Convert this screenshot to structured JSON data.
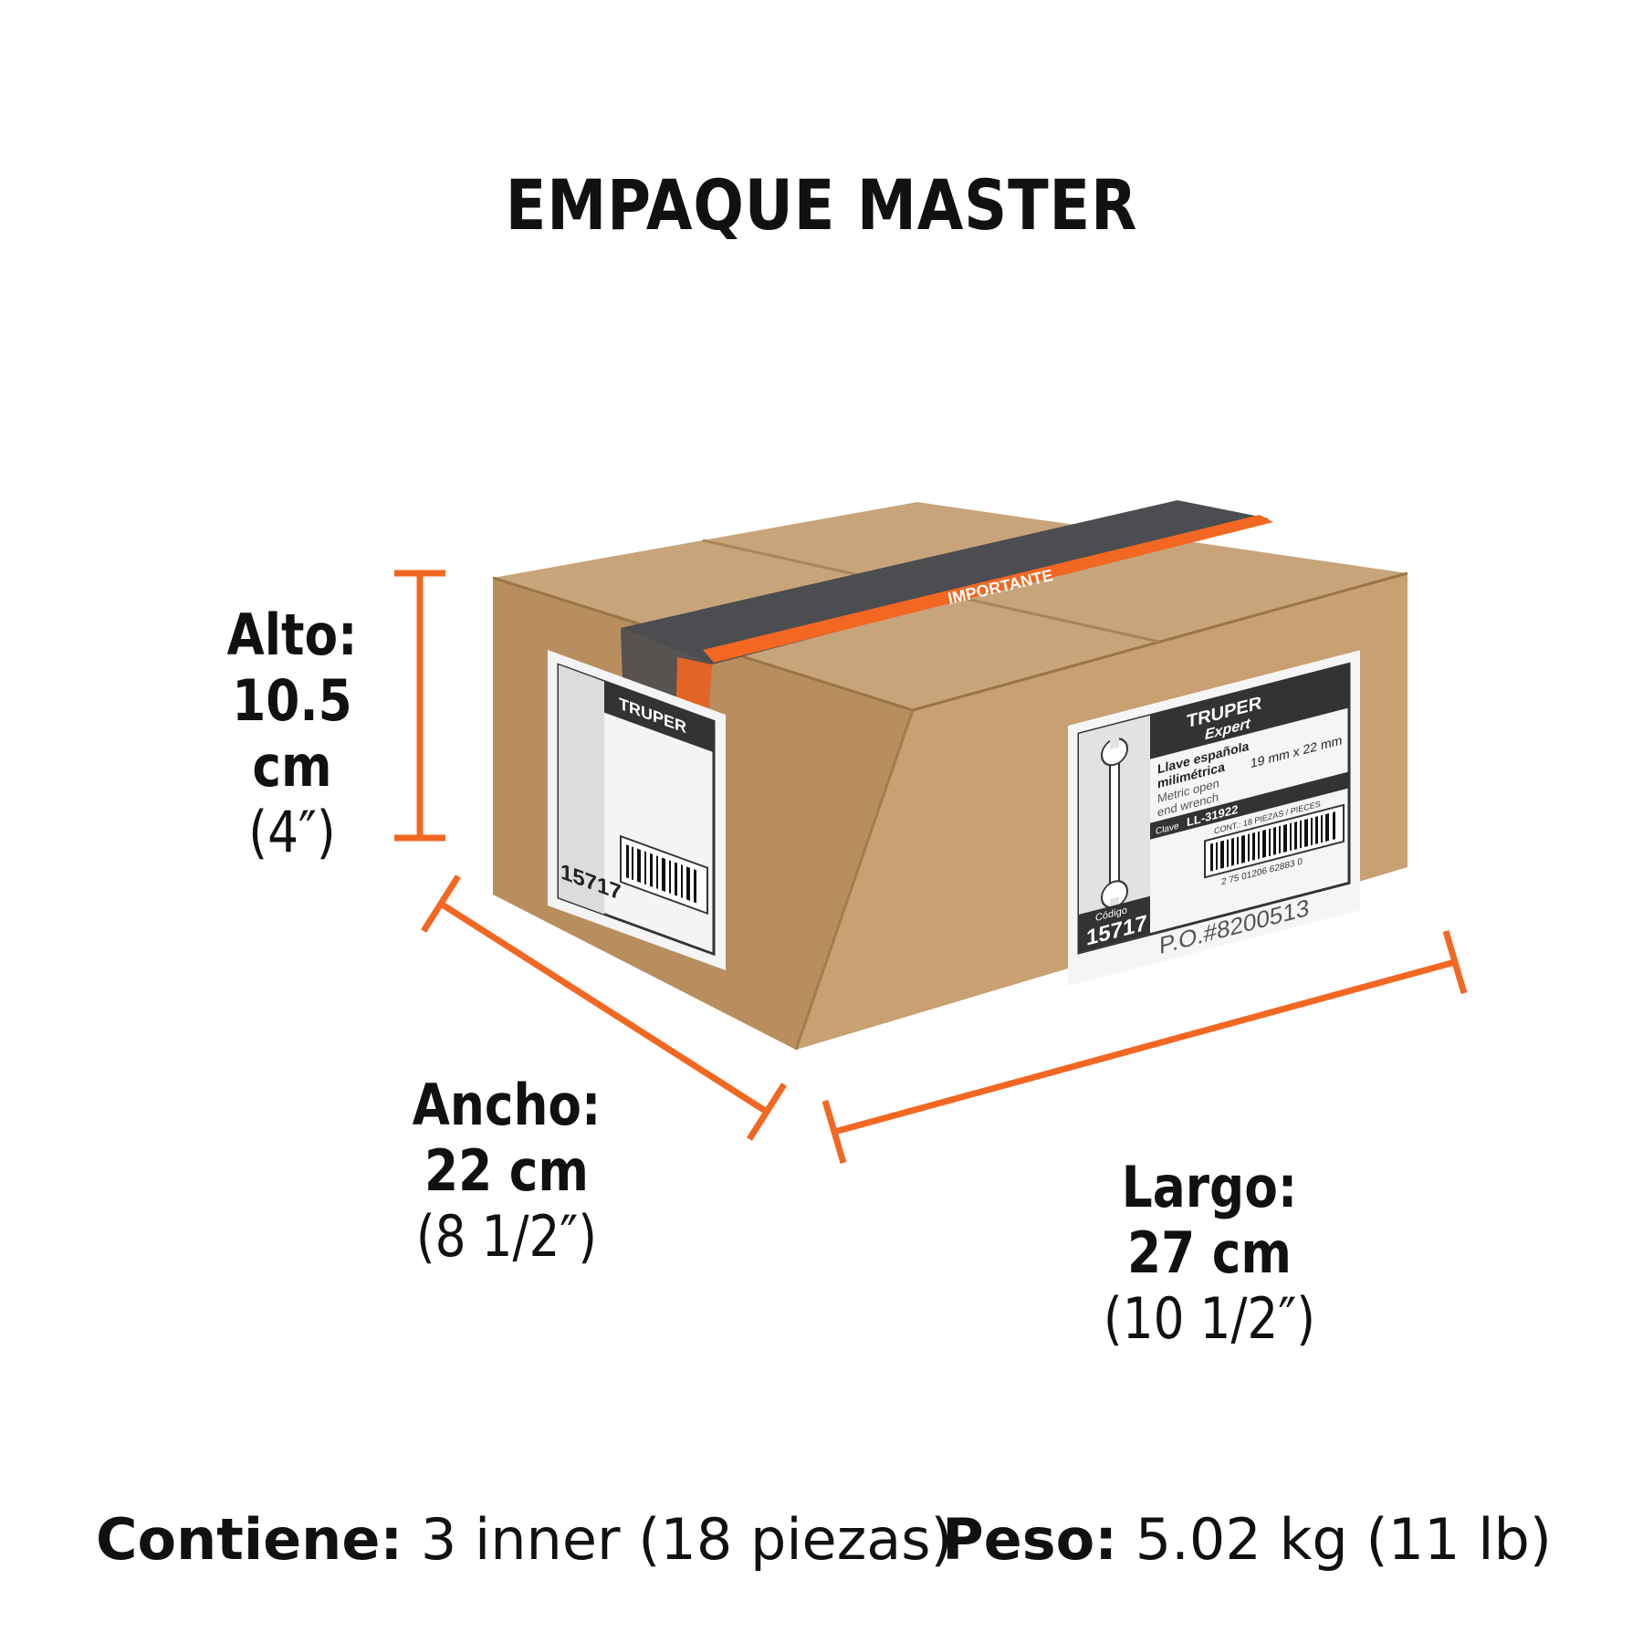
{
  "title": "EMPAQUE MASTER",
  "accent_color": "#f26722",
  "dimensions": {
    "alto": {
      "label": "Alto:",
      "metric": "10.5 cm",
      "imperial": "(4″)"
    },
    "ancho": {
      "label": "Ancho:",
      "metric": "22 cm",
      "imperial": "(8 1/2″)"
    },
    "largo": {
      "label": "Largo:",
      "metric": "27 cm",
      "imperial": "(10 1/2″)"
    }
  },
  "box_label": {
    "brand": "TRUPER",
    "brand_sub": "Expert",
    "product_es_1": "Llave española",
    "product_es_2": "milimétrica",
    "product_en_1": "Metric open",
    "product_en_2": "end wrench",
    "size": "19 mm x 22 mm",
    "model": "LL-31922",
    "model_prefix": "Clave",
    "code_label": "Código",
    "code": "15717",
    "contents": "CONT.: 18 PIEZAS / PIECES",
    "barcode_number": "2 75 01206 62883 0",
    "po": "P.O.#8200513"
  },
  "tape": {
    "text": "IMPORTANTE"
  },
  "footer": {
    "contiene_label": "Contiene:",
    "contiene_value": "3 inner (18 piezas)",
    "peso_label": "Peso:",
    "peso_value": "5.02 kg (11 lb)"
  }
}
